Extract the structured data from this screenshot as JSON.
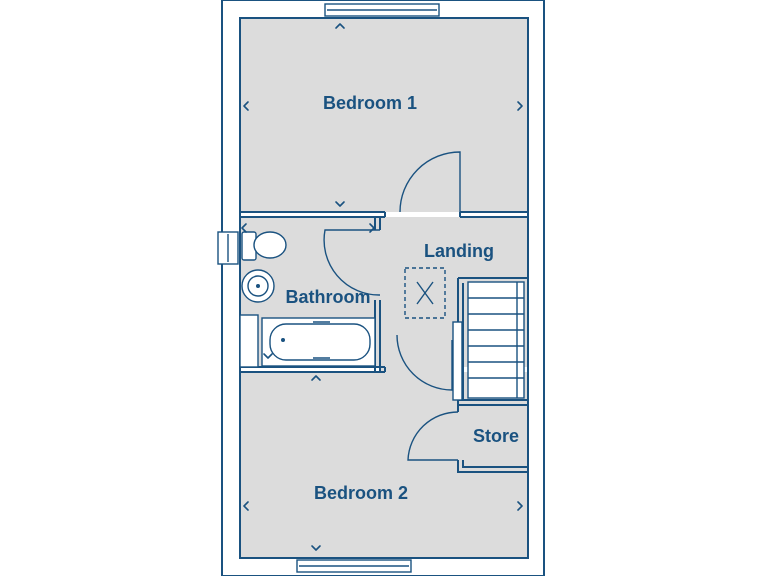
{
  "floorplan": {
    "rooms": {
      "bedroom1": "Bedroom 1",
      "landing": "Landing",
      "bathroom": "Bathroom",
      "store": "Store",
      "bedroom2": "Bedroom 2"
    },
    "colors": {
      "wall": "#1a5280",
      "floor": "#dcdcdc",
      "background": "#ffffff"
    }
  }
}
